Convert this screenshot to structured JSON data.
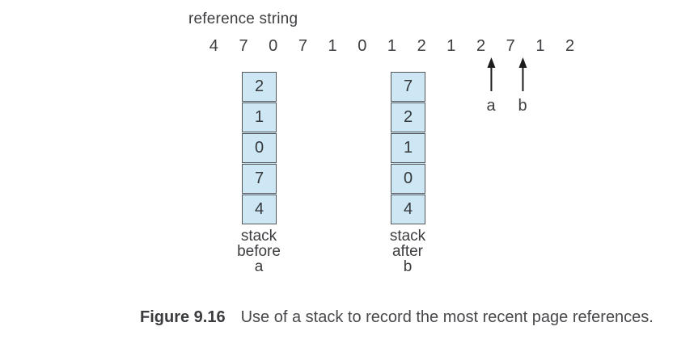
{
  "figure": {
    "reference_label": "reference string",
    "reference_string": [
      "4",
      "7",
      "0",
      "7",
      "1",
      "0",
      "1",
      "2",
      "1",
      "2",
      "7",
      "1",
      "2"
    ],
    "markers": [
      {
        "label": "a"
      },
      {
        "label": "b"
      }
    ],
    "stacks": [
      {
        "cells": [
          "2",
          "1",
          "0",
          "7",
          "4"
        ],
        "caption_lines": [
          "stack",
          "before",
          "a"
        ]
      },
      {
        "cells": [
          "7",
          "2",
          "1",
          "0",
          "4"
        ],
        "caption_lines": [
          "stack",
          "after",
          "b"
        ]
      }
    ],
    "caption": {
      "label": "Figure 9.16",
      "text": "Use of a stack to record the most recent page references."
    },
    "colors": {
      "cell_fill": "#cde7f4",
      "cell_border": "#55565a",
      "text": "#3c3d40",
      "arrow": "#1c1c1e"
    }
  }
}
